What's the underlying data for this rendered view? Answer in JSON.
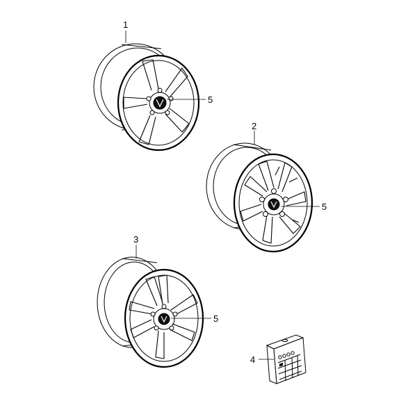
{
  "diagram": {
    "parts": [
      {
        "id": "wheel-1",
        "callout": "1",
        "hub_callout": "5"
      },
      {
        "id": "wheel-2",
        "callout": "2",
        "hub_callout": "5"
      },
      {
        "id": "wheel-3",
        "callout": "3",
        "hub_callout": "5"
      },
      {
        "id": "accessory-pack",
        "callout": "4"
      }
    ]
  }
}
